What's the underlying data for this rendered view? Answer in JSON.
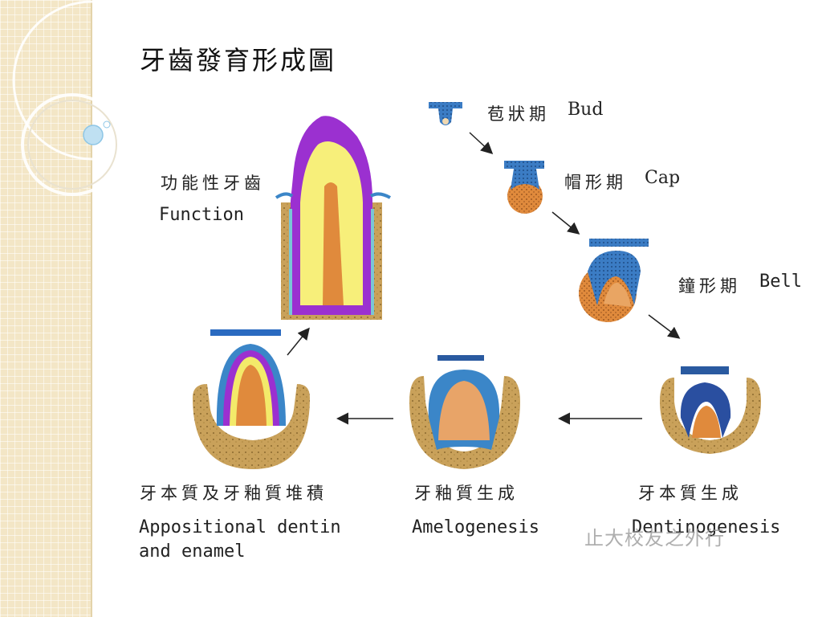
{
  "title": "牙齒發育形成圖",
  "stages": {
    "bud": {
      "zh": "苞狀期",
      "en": "Bud"
    },
    "cap": {
      "zh": "帽形期",
      "en": "Cap"
    },
    "bell": {
      "zh": "鐘形期",
      "en": "Bell"
    },
    "dentinogenesis": {
      "zh": "牙本質生成",
      "en": "Dentinogenesis"
    },
    "amelogenesis": {
      "zh": "牙釉質生成",
      "en": "Amelogenesis"
    },
    "appositional": {
      "zh": "牙本質及牙釉質堆積",
      "en_line1": "Appositional dentin",
      "en_line2": "and enamel"
    },
    "function": {
      "zh": "功能性牙齒",
      "en": "Function"
    }
  },
  "watermark": "止大校友之外行",
  "colors": {
    "enamel_organ_blue": "#2f6fb8",
    "dental_papilla_orange": "#e08a3c",
    "bone_tan": "#c9a15a",
    "enamel_purple": "#9b30d0",
    "dentin_yellow": "#f3ea6a"
  }
}
